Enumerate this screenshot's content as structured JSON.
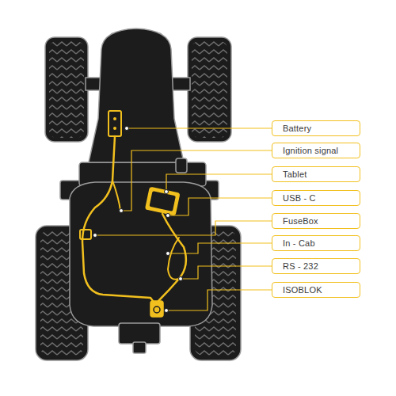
{
  "diagram": {
    "nodes": [
      {
        "text": [
          "Battery"
        ]
      },
      {
        "text": [
          "Ignition signal"
        ]
      },
      {
        "text": [
          "Tablet"
        ]
      },
      {
        "text": [
          "USB - C"
        ]
      },
      {
        "text": [
          "FuseBox"
        ]
      },
      {
        "text": [
          "In - Cab"
        ]
      },
      {
        "text": [
          "RS - 232"
        ]
      },
      {
        "text": [
          "ISOBLOK"
        ]
      }
    ]
  }
}
